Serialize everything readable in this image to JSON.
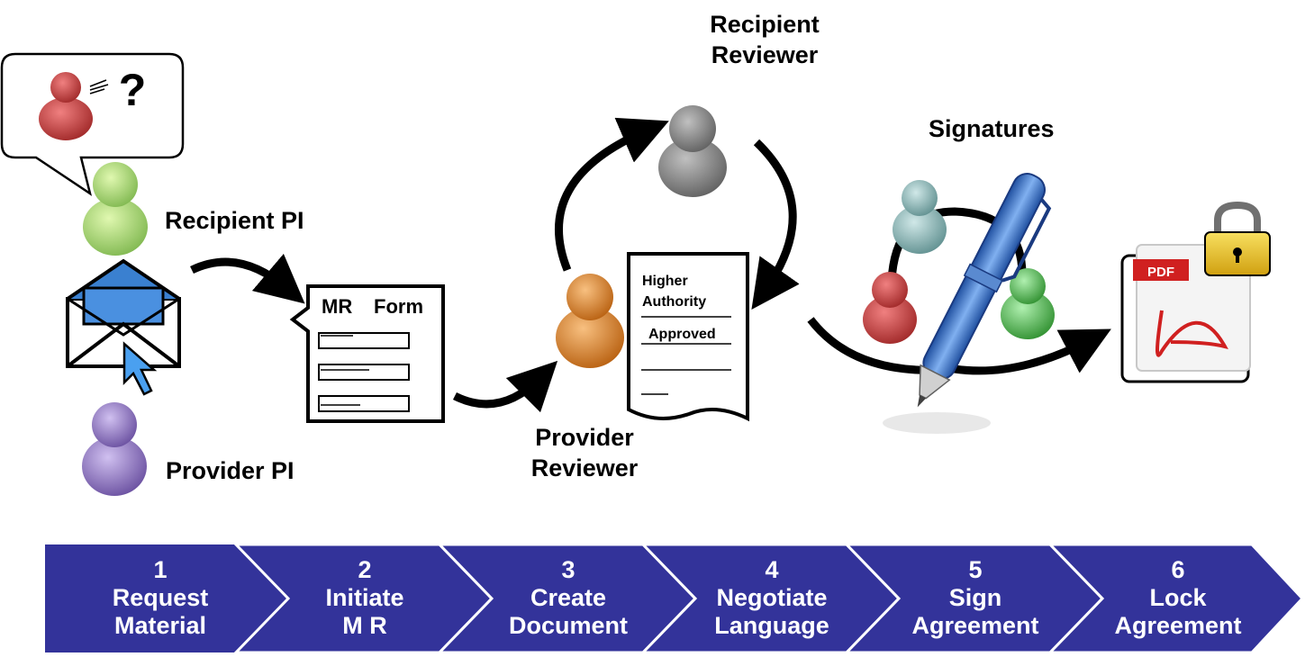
{
  "labels": {
    "recipient_pi": "Recipient PI",
    "provider_pi": "Provider PI",
    "recipient_reviewer_line1": "Recipient",
    "recipient_reviewer_line2": "Reviewer",
    "provider_reviewer_line1": "Provider",
    "provider_reviewer_line2": "Reviewer",
    "signatures": "Signatures"
  },
  "speech_bubble": {
    "question_mark": "?"
  },
  "mr_form": {
    "title_left": "MR",
    "title_right": "Form"
  },
  "document": {
    "line1": "Higher",
    "line2": "Authority",
    "line3": "Approved"
  },
  "pdf": {
    "badge": "PDF"
  },
  "colors": {
    "step_fill": "#33339a",
    "person_red": "#c84848",
    "person_green_light": "#a8d878",
    "person_purple": "#9a80c8",
    "person_orange": "#e08a30",
    "person_gray": "#808080",
    "person_teal": "#88b8b8",
    "person_green": "#60b860",
    "pdf_red": "#d02020",
    "lock_gold": "#e8c020",
    "pen_blue": "#3a70c0"
  },
  "steps": [
    {
      "number": "1",
      "line1": "Request",
      "line2": "Material"
    },
    {
      "number": "2",
      "line1": "Initiate",
      "line2": "M R"
    },
    {
      "number": "3",
      "line1": "Create",
      "line2": "Document"
    },
    {
      "number": "4",
      "line1": "Negotiate",
      "line2": "Language"
    },
    {
      "number": "5",
      "line1": "Sign",
      "line2": "Agreement"
    },
    {
      "number": "6",
      "line1": "Lock",
      "line2": "Agreement"
    }
  ]
}
